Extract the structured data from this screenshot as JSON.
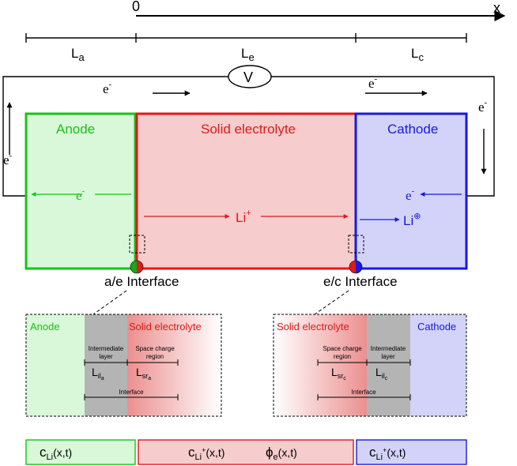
{
  "axis": {
    "origin": "0",
    "x": "x"
  },
  "lengths": {
    "la": "L",
    "la_sub": "a",
    "le": "L",
    "le_sub": "e",
    "lc": "L",
    "lc_sub": "c"
  },
  "circuit": {
    "voltmeter": "V",
    "electron": "e",
    "minus": "-"
  },
  "regions": {
    "anode": "Anode",
    "electrolyte": "Solid electrolyte",
    "cathode": "Cathode"
  },
  "ions": {
    "li": "Li",
    "plus": "+",
    "circled_plus": "⊕"
  },
  "interfaces": {
    "ae": "a/e Interface",
    "ec": "e/c Interface"
  },
  "inset_left": {
    "anode": "Anode",
    "electrolyte": "Solid electrolyte",
    "il_line1": "Intermediate",
    "il_line2": "layer",
    "sc_line1": "Space charge",
    "sc_line2": "region",
    "l_il": "L",
    "l_il_sub": "il",
    "l_il_subsub": "a",
    "l_sr": "L",
    "l_sr_sub": "sr",
    "l_sr_subsub": "a",
    "interface": "Interface"
  },
  "inset_right": {
    "electrolyte": "Solid electrolyte",
    "cathode": "Cathode",
    "sc_line1": "Space charge",
    "sc_line2": "region",
    "il_line1": "Intermediate",
    "il_line2": "layer",
    "l_sr": "L",
    "l_sr_sub": "sr",
    "l_sr_subsub": "c",
    "l_il": "L",
    "l_il_sub": "il",
    "l_il_subsub": "c",
    "interface": "Interface"
  },
  "variables": {
    "c": "c",
    "li": "Li",
    "plus": "+",
    "args": "(x,t)",
    "phi": "ϕ",
    "phi_sub": "e"
  },
  "colors": {
    "anode": "#19c219",
    "anode_fill": "#d9f7d9",
    "electrolyte": "#e01919",
    "electrolyte_fill": "#f6cccc",
    "cathode": "#1919e0",
    "cathode_fill": "#d3d3fa",
    "interlayer": "#b4b4b4"
  }
}
